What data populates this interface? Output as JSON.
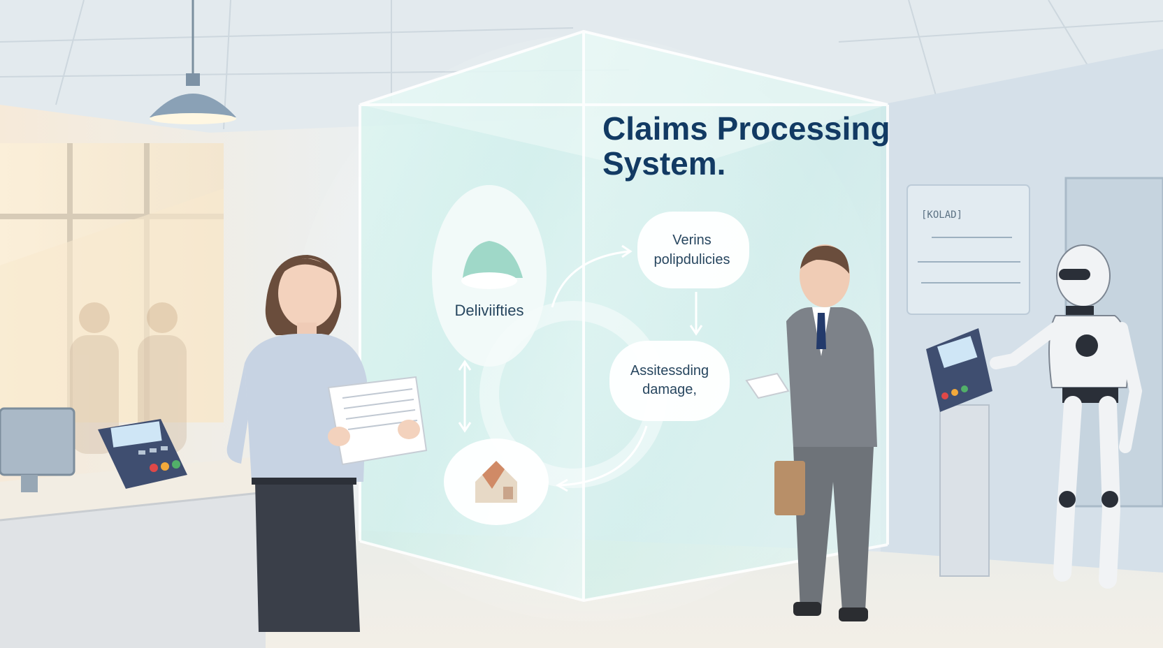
{
  "scene": {
    "title_line1": "Claims Processing",
    "title_line2": "System.",
    "bubble_top": {
      "line1": "Verins",
      "line2": "polipdulicies"
    },
    "bubble_left": "Deliviifties",
    "bubble_right": {
      "line1": "Assitessding",
      "line2": "damage,"
    },
    "wall_screen_label": "[KOLAD]"
  },
  "icons": [
    "pendant-lamp-icon",
    "payment-terminal-icon",
    "car-icon",
    "house-damage-icon",
    "robot-icon",
    "document-icon"
  ]
}
